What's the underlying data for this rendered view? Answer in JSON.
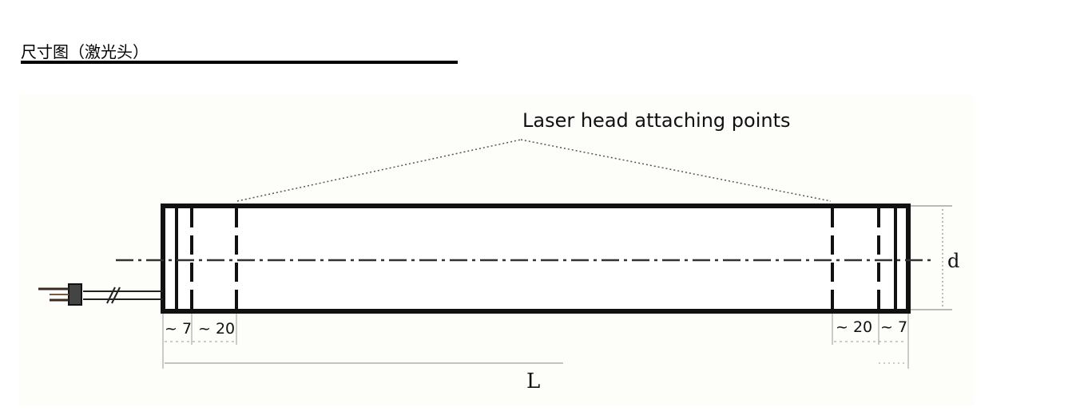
{
  "heading": {
    "text": "尺寸图（激光头）"
  },
  "diagram": {
    "callout_label": "Laser head attaching points",
    "dim_left_edge": "~ 7",
    "dim_left_mount": "~ 20",
    "dim_right_mount": "~ 20",
    "dim_right_edge": "~ 7",
    "dim_diameter": "d",
    "dim_length": "L"
  }
}
